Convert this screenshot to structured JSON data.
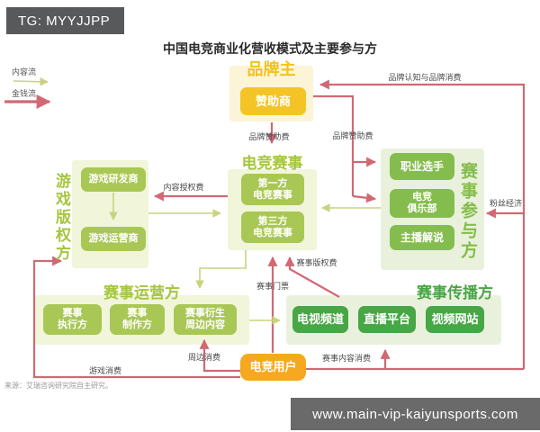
{
  "header": {
    "tg_badge": "TG: MYYJJPP",
    "title": "中国电竞商业化营收模式及主要参与方"
  },
  "legend": {
    "content_flow_label": "内容流",
    "money_flow_label": "金钱流"
  },
  "nodes": {
    "brand": {
      "title": "品牌主",
      "sponsor": "赞助商"
    },
    "esports_event": {
      "title": "电竞赛事",
      "first_party": "第一方\n电竞赛事",
      "third_party": "第三方\n电竞赛事"
    },
    "game_ip": {
      "title": "游戏版权方",
      "developer": "游戏研发商",
      "operator": "游戏运营商"
    },
    "participants": {
      "title": "赛事参与方",
      "pro_player": "职业选手",
      "esports_club": "电竞\n俱乐部",
      "caster": "主播解说"
    },
    "event_operator": {
      "title": "赛事运营方",
      "executor": "赛事\n执行方",
      "producer": "赛事\n制作方",
      "derivative": "赛事衍生\n周边内容"
    },
    "broadcaster": {
      "title": "赛事传播方",
      "tv_channel": "电视频道",
      "live_platform": "直播平台",
      "video_site": "视频网站"
    },
    "user": {
      "label": "电竞用户"
    }
  },
  "flow_labels": {
    "brand_sponsor_fee_left": "品牌赞助费",
    "brand_sponsor_fee_right": "品牌赞助费",
    "brand_awareness": "品牌认知与品牌消费",
    "fan_economy": "粉丝经济",
    "content_license_fee": "内容授权费",
    "event_copyright_fee": "赛事版权费",
    "event_ticket": "赛事门票",
    "event_content_consumption": "赛事内容消费",
    "merch_consumption": "周边消费",
    "game_consumption": "游戏消费"
  },
  "source_note": "来源：艾瑞咨询研究院自主研究。",
  "watermark": "www.main-vip-kaiyunsports.com",
  "colors": {
    "money_flow": "#d16874",
    "content_flow": "#c9d37e",
    "brand_yellow": "#f2c31d",
    "lime_green": "#a5c63f",
    "dark_green": "#47a645",
    "user_orange": "#f6a91e"
  }
}
